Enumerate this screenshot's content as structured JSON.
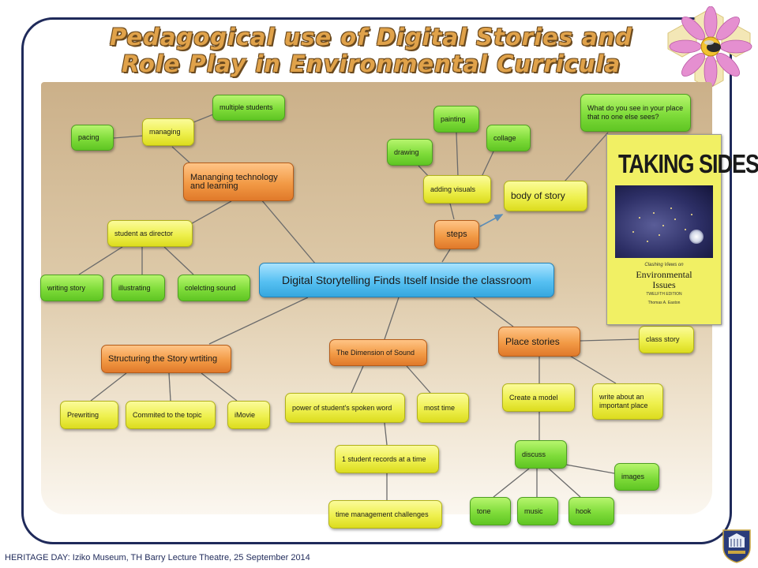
{
  "title": {
    "line1": "Pedagogical use of Digital Stories and",
    "line2": "Role Play in Environmental Curricula"
  },
  "footer": "HERITAGE DAY: Iziko Museum, TH Barry Lecture Theatre, 25 September 2014",
  "book": {
    "title": "TAKING SIDES",
    "line1": "Clashing Views on",
    "line2": "Environmental",
    "line3": "Issues",
    "line4": "TWELFTH EDITION",
    "author": "Thomas A. Easton"
  },
  "nodes": {
    "center": "Digital Storytelling Finds Itself Inside the classroom",
    "managing_tech": "Mananging technology and learning",
    "managing": "managing",
    "pacing": "pacing",
    "multiple_students": "multiple students",
    "student_director": "student as director",
    "writing_story": "writing story",
    "illustrating": "illustrating",
    "collecting_sound": "colelcting sound",
    "steps": "steps",
    "adding_visuals": "adding visuals",
    "drawing": "drawing",
    "painting": "painting",
    "collage": "collage",
    "body_of_story": "body of story",
    "what_do_you_see": "What do you see in your place that no one else sees?",
    "structuring": "Structuring the Story wrtiting",
    "prewriting": "Prewriting",
    "commited": "Commited to the topic",
    "imovie": "iMovie",
    "dimension_sound": "The Dimension of Sound",
    "power_spoken": "power of student's spoken word",
    "most_time": "most time",
    "one_student": "1 student records at a time",
    "time_mgmt": "time management challenges",
    "place_stories": "Place stories",
    "class_story": "class story",
    "create_model": "Create a  model",
    "write_about": "write about an important place",
    "discuss": "discuss",
    "images": "images",
    "tone": "tone",
    "music": "music",
    "hook": "hook"
  }
}
